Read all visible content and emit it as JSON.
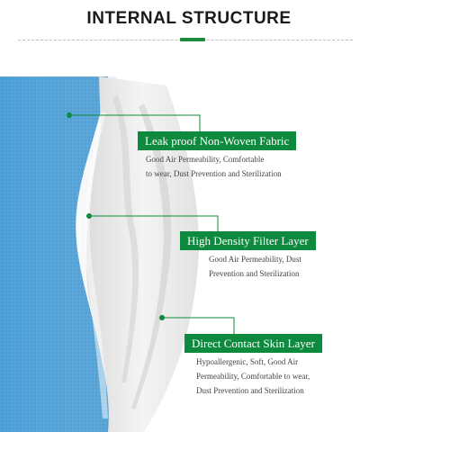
{
  "header": {
    "title": "INTERNAL  STRUCTURE"
  },
  "colors": {
    "accent": "#0d8a3d",
    "mask_blue": "#4a9fd8",
    "mask_white": "#ececec"
  },
  "layers": [
    {
      "label": "Leak proof Non-Woven Fabric",
      "description": "Good Air Permeability, Comfortable\nto wear, Dust Prevention and Sterilization"
    },
    {
      "label": "High Density Filter Layer",
      "description": "Good Air Permeability, Dust\nPrevention and Sterilization"
    },
    {
      "label": "Direct Contact Skin Layer",
      "description": "Hypoallergenic, Soft, Good Air\nPermeability, Comfortable to wear,\nDust Prevention and Sterilization"
    }
  ]
}
